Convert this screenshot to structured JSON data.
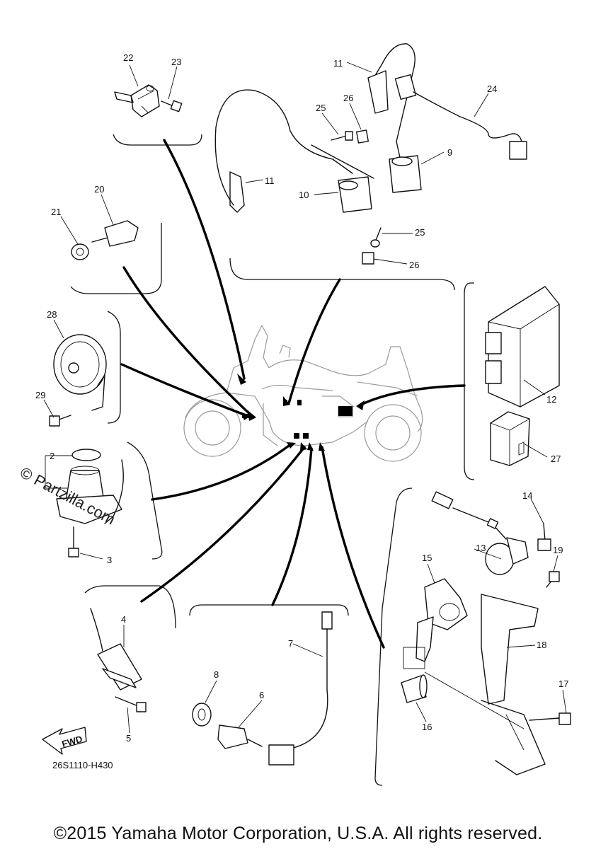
{
  "parts": [
    {
      "label": "22"
    },
    {
      "label": "23"
    },
    {
      "label": "11"
    },
    {
      "label": "24"
    },
    {
      "label": "25"
    },
    {
      "label": "26"
    },
    {
      "label": "11"
    },
    {
      "label": "9"
    },
    {
      "label": "10"
    },
    {
      "label": "25"
    },
    {
      "label": "26"
    },
    {
      "label": "20"
    },
    {
      "label": "21"
    },
    {
      "label": "28"
    },
    {
      "label": "29"
    },
    {
      "label": "12"
    },
    {
      "label": "27"
    },
    {
      "label": "2"
    },
    {
      "label": "3"
    },
    {
      "label": "14"
    },
    {
      "label": "13"
    },
    {
      "label": "15"
    },
    {
      "label": "19"
    },
    {
      "label": "4"
    },
    {
      "label": "7"
    },
    {
      "label": "18"
    },
    {
      "label": "8"
    },
    {
      "label": "6"
    },
    {
      "label": "17"
    },
    {
      "label": "5"
    },
    {
      "label": "16"
    }
  ],
  "fwd_label": "FWD",
  "diagram_code": "26S1110-H430",
  "watermark": "© Partzilla.com",
  "copyright": "©2015 Yamaha Motor Corporation, U.S.A. All rights reserved."
}
